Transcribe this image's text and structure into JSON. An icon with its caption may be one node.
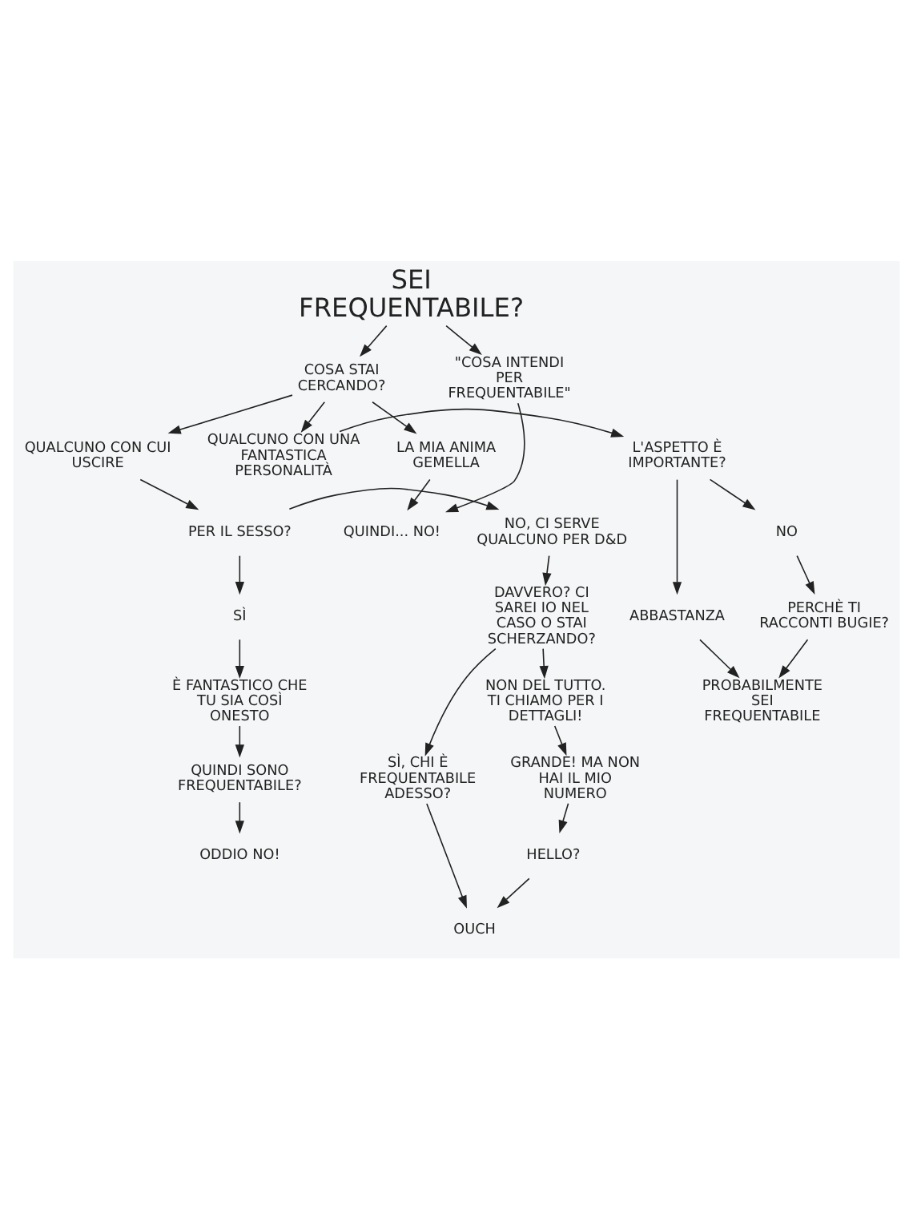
{
  "diagram": {
    "nodes": [
      {
        "text": [
          "SEI FREQUENTABILE?"
        ]
      },
      {
        "text": [
          "\"COSA INTENDI PER FREQUENTABILE\""
        ]
      },
      {
        "text": [
          "QUINDI... NO!"
        ]
      },
      {
        "text": [
          "COSA STAI CERCANDO?"
        ]
      },
      {
        "text": [
          "LA MIA ANIMA GEMELLA"
        ]
      },
      {
        "text": [
          "QUALCUNO CON UNA FANTASTICA PERSONALITÀ"
        ]
      },
      {
        "text": [
          "QUALCUNO CON CUI USCIRE"
        ]
      },
      {
        "text": [
          "L'ASPETTO È IMPORTANTE?"
        ]
      },
      {
        "text": [
          "NO"
        ]
      },
      {
        "text": [
          "ABBASTANZA"
        ]
      },
      {
        "text": [
          "PERCHÈ TI RACCONTI BUGIE?"
        ]
      },
      {
        "text": [
          "PROBABILMENTE SEI FREQUENTABILE"
        ]
      },
      {
        "text": [
          "NO, CI SERVE QUALCUNO PER D&D"
        ]
      },
      {
        "text": [
          "PER IL SESSO?"
        ]
      },
      {
        "text": [
          "SÌ"
        ]
      },
      {
        "text": [
          "È FANTASTICO CHE TU SIA COSÌ ONESTO"
        ]
      },
      {
        "text": [
          "QUINDI SONO FREQUENTABILE?"
        ]
      },
      {
        "text": [
          "ODDIO NO!"
        ]
      },
      {
        "text": [
          "DAVVERO? CI SAREI IO NEL CASO O STAI SCHERZANDO?"
        ]
      },
      {
        "text": [
          "SÌ, CHI È FREQUENTABILE ADESSO?"
        ]
      },
      {
        "text": [
          "NON DEL TUTTO. TI CHIAMO PER I DETTAGLI!"
        ]
      },
      {
        "text": [
          "OUCH"
        ]
      },
      {
        "text": [
          "GRANDE! MA NON HAI IL MIO NUMERO"
        ]
      },
      {
        "text": [
          "HELLO?"
        ]
      }
    ],
    "edges": [
      {
        "from": 0,
        "to": 1,
        "arrow": "to"
      },
      {
        "from": 0,
        "to": 3,
        "arrow": "to"
      },
      {
        "from": 1,
        "to": 2,
        "arrow": "to"
      },
      {
        "from": 4,
        "to": 2,
        "arrow": "to"
      },
      {
        "from": 3,
        "to": 4,
        "arrow": "to"
      },
      {
        "from": 3,
        "to": 5,
        "arrow": "to"
      },
      {
        "from": 3,
        "to": 6,
        "arrow": "to"
      },
      {
        "from": 5,
        "to": 7,
        "arrow": "to"
      },
      {
        "from": 7,
        "to": 9,
        "arrow": "to"
      },
      {
        "from": 7,
        "to": 8,
        "arrow": "to"
      },
      {
        "from": 8,
        "to": 10,
        "arrow": "to"
      },
      {
        "from": 9,
        "to": 11,
        "arrow": "to"
      },
      {
        "from": 10,
        "to": 11,
        "arrow": "to"
      },
      {
        "from": 6,
        "to": 13,
        "arrow": "to"
      },
      {
        "from": 13,
        "to": 12,
        "arrow": "to"
      },
      {
        "from": 13,
        "to": 14,
        "arrow": "to"
      },
      {
        "from": 14,
        "to": 15,
        "arrow": "to"
      },
      {
        "from": 15,
        "to": 16,
        "arrow": "to"
      },
      {
        "from": 16,
        "to": 17,
        "arrow": "to"
      },
      {
        "from": 12,
        "to": 18,
        "arrow": "to"
      },
      {
        "from": 18,
        "to": 19,
        "arrow": "to"
      },
      {
        "from": 18,
        "to": 20,
        "arrow": "to"
      },
      {
        "from": 19,
        "to": 21,
        "arrow": "to"
      },
      {
        "from": 20,
        "to": 22,
        "arrow": "to"
      },
      {
        "from": 22,
        "to": 23,
        "arrow": "to"
      },
      {
        "from": 23,
        "to": 21,
        "arrow": "to"
      }
    ]
  }
}
